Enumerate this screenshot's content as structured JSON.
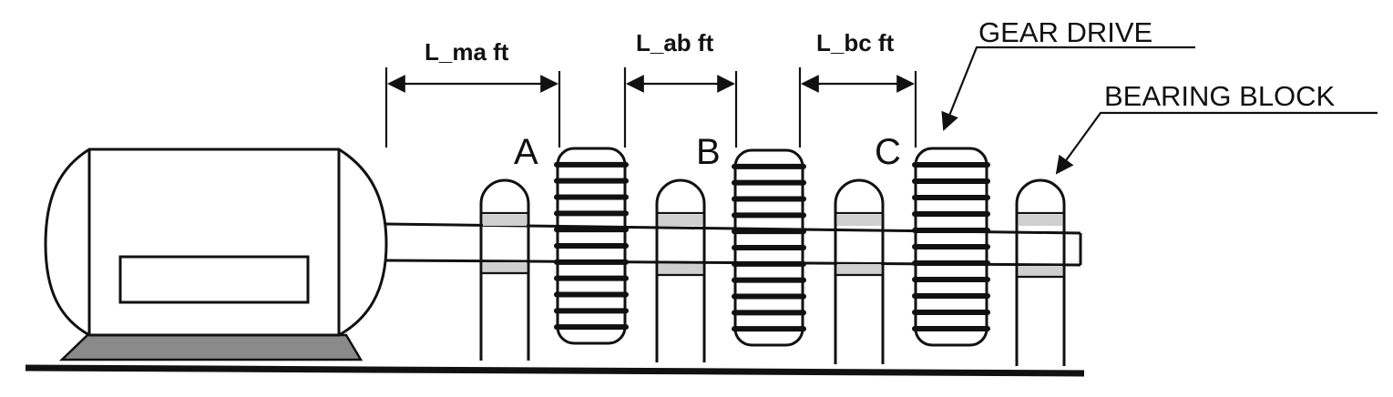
{
  "dimensions": {
    "motor_to_a": "L_ma ft",
    "a_to_b": "L_ab ft",
    "b_to_c": "L_bc  ft"
  },
  "points": {
    "a": "A",
    "b": "B",
    "c": "C"
  },
  "callouts": {
    "gear_drive": "GEAR DRIVE",
    "bearing_block": "BEARING BLOCK"
  }
}
